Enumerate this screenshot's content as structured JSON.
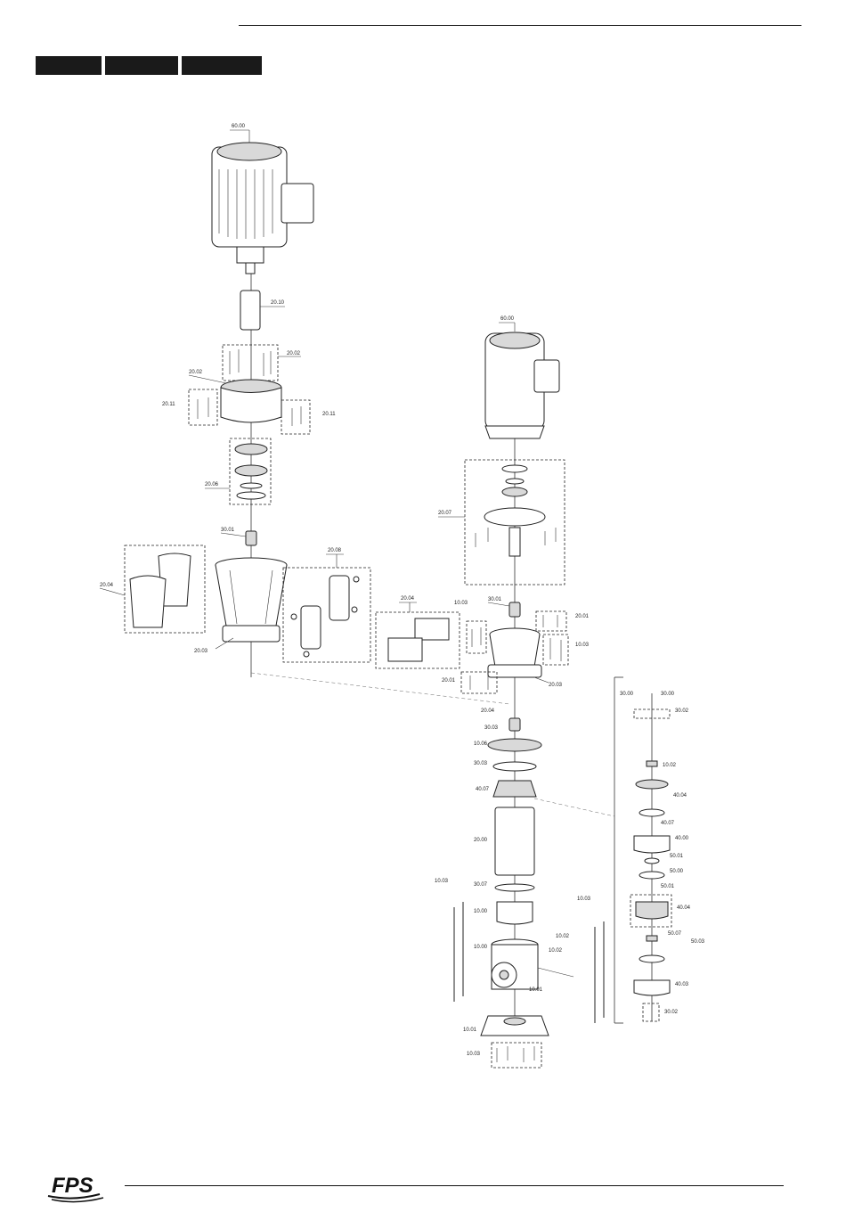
{
  "logo": {
    "text": "FPS"
  },
  "callouts": {
    "left_motor": "60.00",
    "left_coupling": "20.10",
    "left_bolts_top": "20.02",
    "left_flange": "20.02",
    "left_screws_l": "20.11",
    "left_screws_r": "20.11",
    "left_bearings": "20.06",
    "left_seal": "30.01",
    "left_guard": "20.04",
    "left_clamp": "20.08",
    "left_bracket": "20.03",
    "right_motor": "60.00",
    "right_bearing_kit": "20.07",
    "right_seal": "30.01",
    "right_guard": "20.04",
    "right_screw_a": "10.03",
    "right_screw_b": "20.01",
    "right_screw_c": "10.03",
    "right_screw_d": "20.01",
    "right_bracket": "20.03",
    "mid_a": "20.04",
    "mid_b": "30.03",
    "mid_c": "10.06",
    "mid_d": "30.03",
    "mid_e": "40.07",
    "mid_sleeve": "20.00",
    "mid_oring": "30.07",
    "mid_cap": "10.00",
    "mid_base": "10.00",
    "mid_plug": "10.02",
    "mid_plug2": "10.02",
    "mid_plug3": "10.01",
    "tie_left": "10.03",
    "tie_right": "10.03",
    "base_a": "10.01",
    "base_b": "10.03",
    "stack_shaft_a": "30.00",
    "stack_shaft_b": "30.00",
    "stack_a": "30.02",
    "stack_b": "10.02",
    "stack_c": "40.04",
    "stack_d": "40.07",
    "stack_e": "40.00",
    "stack_f": "50.01",
    "stack_g": "50.00",
    "stack_h": "50.01",
    "stack_i": "40.04",
    "stack_j": "50.07",
    "stack_k": "50.03",
    "stack_l": "40.03",
    "stack_m": "30.02"
  }
}
